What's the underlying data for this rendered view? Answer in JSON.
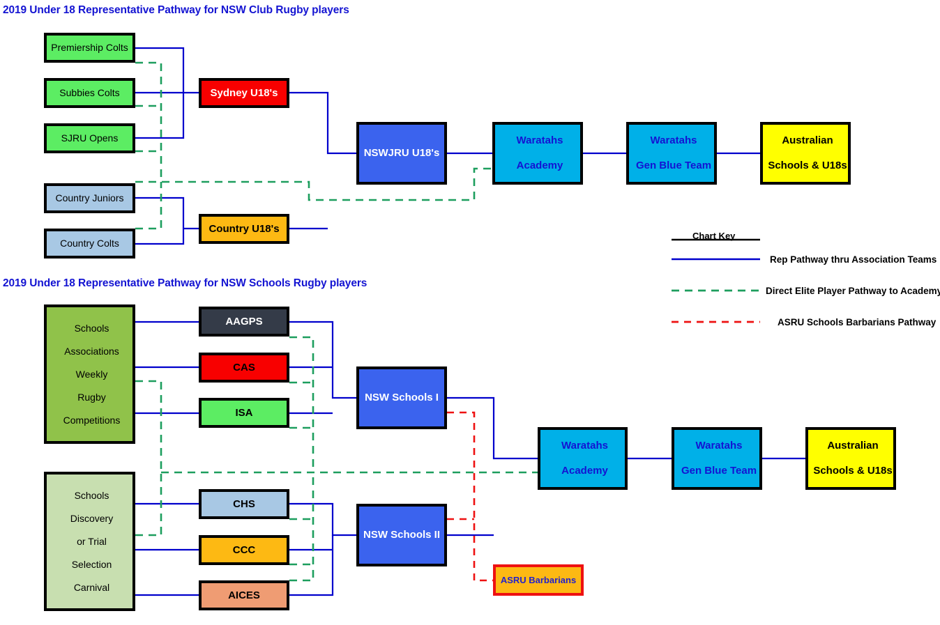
{
  "titles": {
    "club": "2019 Under 18 Representative Pathway for NSW Club Rugby players",
    "schools": "2019 Under 18 Representative Pathway for NSW Schools Rugby players"
  },
  "colors": {
    "title_blue": "#1414d2",
    "rep_pathway_line": "#0000cc",
    "elite_pathway_line": "#1d9e5e",
    "barbarians_line": "#ee1111",
    "green_bright": "#5ced63",
    "blue_light": "#a8c8e4",
    "red": "#f80000",
    "orange": "#fdb913",
    "royal_blue": "#3b63ee",
    "cyan": "#00b0e8",
    "yellow": "#ffff00",
    "olive_green": "#90c24a",
    "pale_green": "#c8dfb0",
    "dark_slate": "#343b48",
    "salmon": "#ef9c73",
    "light_blue_chs": "#a8c8e4"
  },
  "club_section": {
    "sources": [
      {
        "label": "Premiership Colts",
        "fill": "#5ced63",
        "text": "#000000",
        "bold": false
      },
      {
        "label": "Subbies Colts",
        "fill": "#5ced63",
        "text": "#000000",
        "bold": false
      },
      {
        "label": "SJRU Opens",
        "fill": "#5ced63",
        "text": "#000000",
        "bold": false
      },
      {
        "label": "Country Juniors",
        "fill": "#a8c8e4",
        "text": "#000000",
        "bold": false
      },
      {
        "label": "Country Colts",
        "fill": "#a8c8e4",
        "text": "#000000",
        "bold": false
      }
    ],
    "reps": [
      {
        "label": "Sydney U18's",
        "fill": "#f80000",
        "text": "#ffffff",
        "bold": true
      },
      {
        "label": "Country U18's",
        "fill": "#fdb913",
        "text": "#000000",
        "bold": true
      }
    ],
    "pathway": [
      {
        "label": "NSWJRU U18's",
        "fill": "#3b63ee",
        "text": "#ffffff",
        "bold": true
      },
      {
        "label": "Waratahs\nAcademy",
        "line1": "Waratahs",
        "line2": "Academy",
        "fill": "#00b0e8",
        "text": "#1414d2",
        "bold": true
      },
      {
        "label": "Waratahs\nGen Blue Team",
        "line1": "Waratahs",
        "line2": "Gen Blue Team",
        "fill": "#00b0e8",
        "text": "#1414d2",
        "bold": true
      },
      {
        "label": "Australian\nSchools & U18s",
        "line1": "Australian",
        "line2": "Schools & U18s",
        "fill": "#ffff00",
        "text": "#000000",
        "bold": true
      }
    ]
  },
  "schools_section": {
    "sources": [
      {
        "line1": "Schools",
        "line2": "Associations",
        "line3": "Weekly",
        "line4": "Rugby",
        "line5": "Competitions",
        "fill": "#90c24a",
        "text": "#000000"
      },
      {
        "line1": "Schools",
        "line2": "Discovery",
        "line3": "or Trial",
        "line4": "Selection",
        "line5": "Carnival",
        "fill": "#c8dfb0",
        "text": "#000000"
      }
    ],
    "associations": [
      {
        "label": "AAGPS",
        "fill": "#343b48",
        "text": "#ffffff"
      },
      {
        "label": "CAS",
        "fill": "#f80000",
        "text": "#000000"
      },
      {
        "label": "ISA",
        "fill": "#5ced63",
        "text": "#000000"
      },
      {
        "label": "CHS",
        "fill": "#a8c8e4",
        "text": "#000000"
      },
      {
        "label": "CCC",
        "fill": "#fdb913",
        "text": "#000000"
      },
      {
        "label": "AICES",
        "fill": "#ef9c73",
        "text": "#000000"
      }
    ],
    "reps": [
      {
        "label": "NSW Schools I",
        "fill": "#3b63ee",
        "text": "#ffffff"
      },
      {
        "label": "NSW Schools II",
        "fill": "#3b63ee",
        "text": "#ffffff"
      }
    ],
    "pathway": [
      {
        "line1": "Waratahs",
        "line2": "Academy",
        "fill": "#00b0e8",
        "text": "#1414d2"
      },
      {
        "line1": "Waratahs",
        "line2": "Gen Blue Team",
        "fill": "#00b0e8",
        "text": "#1414d2"
      },
      {
        "line1": "Australian",
        "line2": "Schools & U18s",
        "fill": "#ffff00",
        "text": "#000000"
      }
    ],
    "barbarians": {
      "label": "ASRU Barbarians",
      "fill": "#fdb913",
      "text": "#2222cc",
      "border": "#ee1111"
    }
  },
  "chart_key": {
    "title": "Chart Key",
    "items": [
      {
        "label": "Rep Pathway thru Association Teams",
        "color": "#0000cc",
        "style": "solid"
      },
      {
        "label": "Direct Elite Player Pathway to Academy",
        "color": "#1d9e5e",
        "style": "dashed"
      },
      {
        "label": "ASRU Schools Barbarians Pathway",
        "color": "#ee1111",
        "style": "dashed"
      }
    ]
  }
}
